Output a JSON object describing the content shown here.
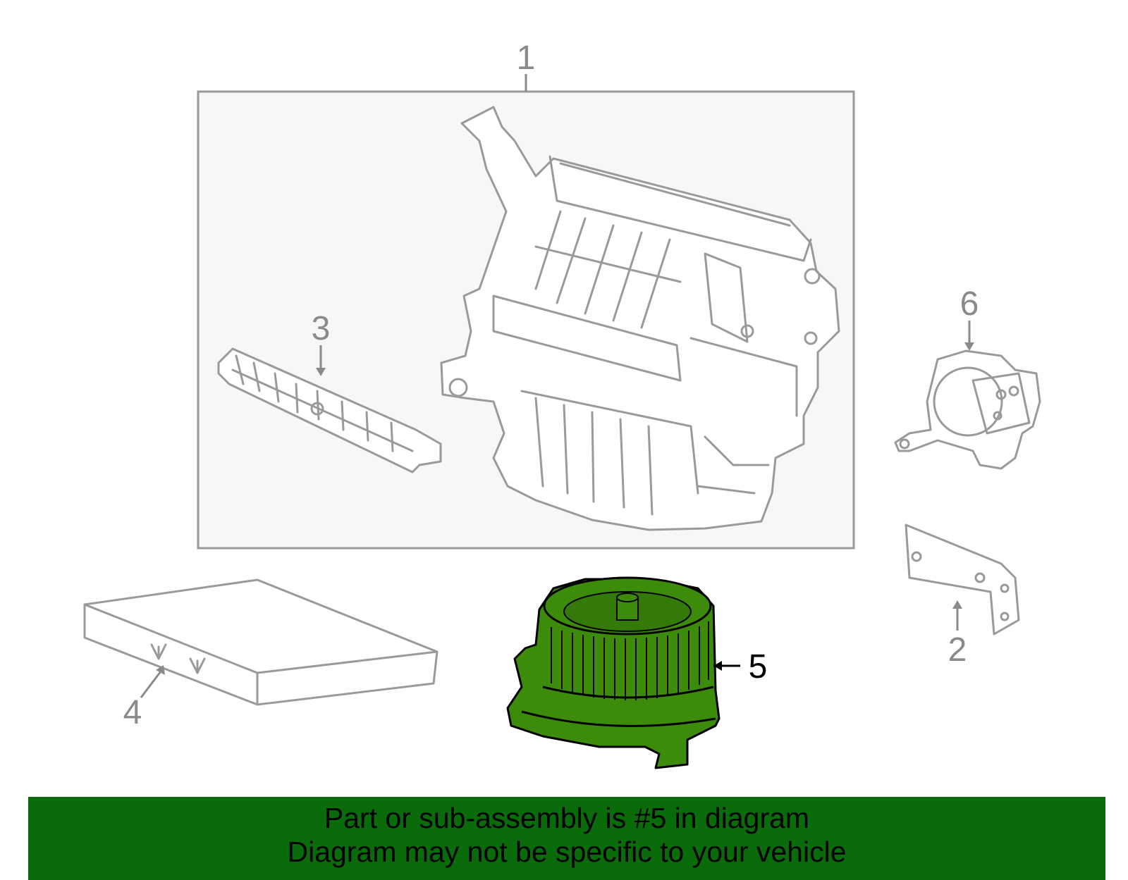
{
  "callouts": [
    {
      "id": "1",
      "label": "1",
      "highlighted": false
    },
    {
      "id": "2",
      "label": "2",
      "highlighted": false
    },
    {
      "id": "3",
      "label": "3",
      "highlighted": false
    },
    {
      "id": "4",
      "label": "4",
      "highlighted": false
    },
    {
      "id": "5",
      "label": "5",
      "highlighted": true
    },
    {
      "id": "6",
      "label": "6",
      "highlighted": false
    }
  ],
  "banner": {
    "line1": "Part or sub-assembly is #5 in diagram",
    "line2": "Diagram may not be specific to your vehicle"
  },
  "colors": {
    "highlight": "#3d8b0a",
    "banner": "#0a6b0a",
    "assembly_box": "#f7f7f7",
    "line_art": "#9a9a9a"
  }
}
